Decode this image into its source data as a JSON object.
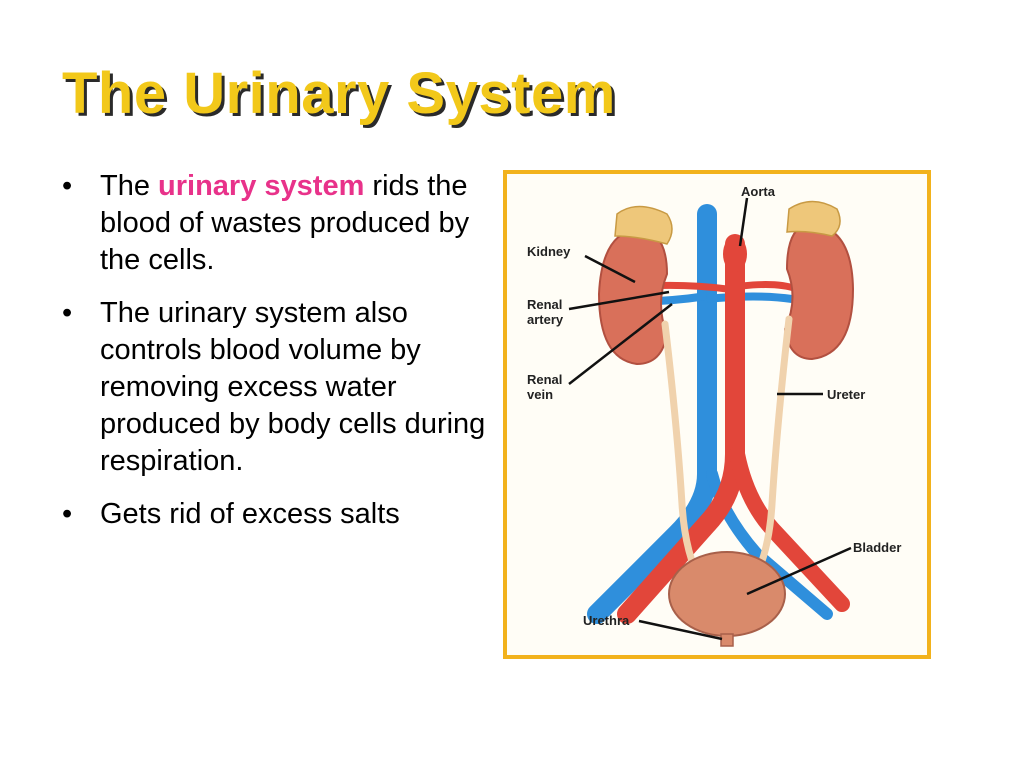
{
  "slide": {
    "title": "The Urinary System",
    "bullets": [
      {
        "marker": "•",
        "pre": "The ",
        "highlight": "urinary system",
        "post": " rids the blood of wastes produced by the cells."
      },
      {
        "marker": "•",
        "text": "The urinary system also controls blood volume by removing excess water produced by body cells during respiration."
      },
      {
        "marker": "•",
        "text": "Gets rid of excess salts"
      }
    ]
  },
  "diagram": {
    "labels": {
      "aorta": "Aorta",
      "kidney": "Kidney",
      "renal_artery_1": "Renal",
      "renal_artery_2": "artery",
      "renal_vein_1": "Renal",
      "renal_vein_2": "vein",
      "ureter": "Ureter",
      "bladder": "Bladder",
      "urethra": "Urethra"
    }
  },
  "colors": {
    "title": "#f2c81a",
    "highlight": "#e8328a",
    "frame_border": "#f2b21c",
    "artery": "#e2463a",
    "vein": "#2f8fdc",
    "kidney": "#d9705a",
    "adrenal": "#eec77a",
    "ureter": "#f0d2ad",
    "bladder": "#d98a6b"
  }
}
